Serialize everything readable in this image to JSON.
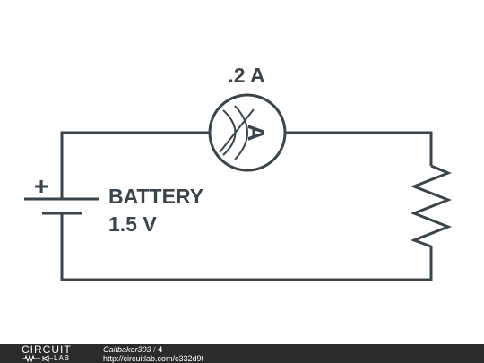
{
  "diagram": {
    "ammeter_reading": ".2 A",
    "ammeter_symbol": "A",
    "battery_label": "BATTERY",
    "battery_voltage": "1.5 V",
    "battery_plus": "+",
    "colors": {
      "wire": "#3d4347",
      "background": "#ffffff"
    }
  },
  "footer": {
    "logo_top": "CIRCUIT",
    "logo_bottom": "LAB",
    "author": "Caitbaker303",
    "separator": "/",
    "count": "4",
    "url": "http://circuitlab.com/c332d9t",
    "colors": {
      "background": "#2b2b2b",
      "text": "#ffffff"
    }
  }
}
